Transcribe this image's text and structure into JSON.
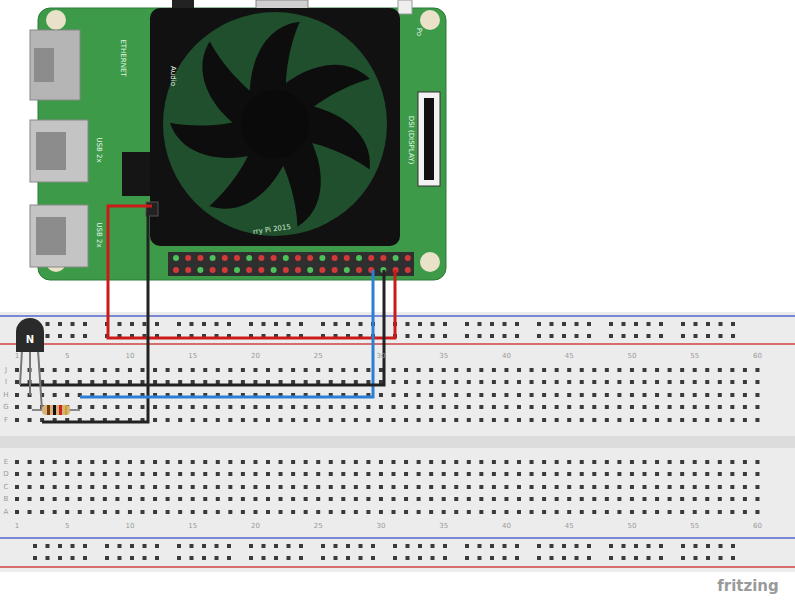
{
  "diagram": {
    "labels": [
      "ETHERNET",
      "USB 2x",
      "USB 2x",
      "Audio",
      "DSI (DISPLAY)",
      "Po",
      "rry Pi 2015",
      "N",
      "fritzing",
      "J",
      "I",
      "H",
      "G",
      "F",
      "E",
      "D",
      "C",
      "B",
      "A",
      "1",
      "5",
      "10",
      "15",
      "20",
      "25",
      "30",
      "35",
      "40",
      "45",
      "50",
      "55",
      "60",
      "1",
      "5",
      "10",
      "15",
      "20",
      "25",
      "30",
      "35",
      "40",
      "45",
      "50",
      "55",
      "60"
    ]
  }
}
